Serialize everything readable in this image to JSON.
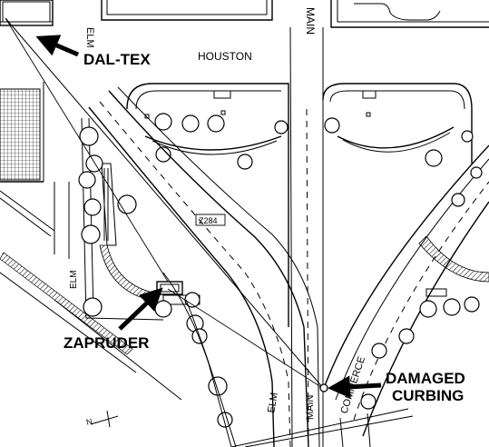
{
  "labels": {
    "dal_tex": "DAL-TEX",
    "houston": "HOUSTON",
    "elm_top": "ELM",
    "main_top": "MAIN",
    "elm_left": "ELM",
    "elm_bottom": "ELM",
    "main_bottom": "MAIN",
    "commerce": "COMMERCE",
    "z284": "Z284",
    "zapruder": "ZAPRUDER",
    "damaged": "DAMAGED",
    "curbing": "CURBING",
    "north_arrow": "N"
  },
  "colors": {
    "ink": "#000000",
    "paper": "#ffffff"
  }
}
